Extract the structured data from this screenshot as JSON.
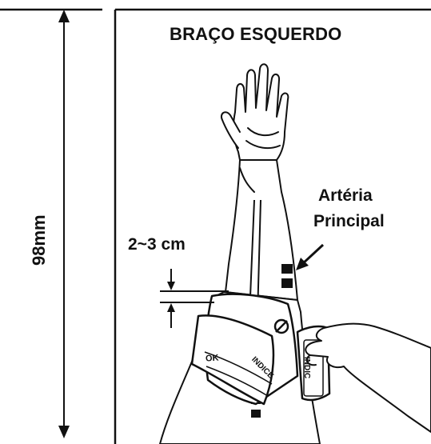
{
  "title": "BRAÇO ESQUERDO",
  "artery_label_line1": "Artéria",
  "artery_label_line2": "Principal",
  "distance_label": "2~3 cm",
  "height_label": "98mm",
  "cuff_text": {
    "ok": "OK",
    "index_left": "INDICE",
    "index_right": "INDIC"
  },
  "colors": {
    "ink": "#111111",
    "background": "#ffffff"
  }
}
